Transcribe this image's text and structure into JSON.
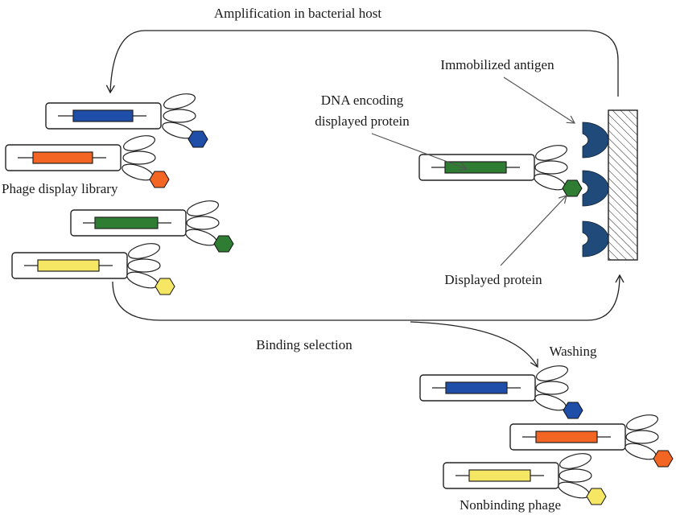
{
  "labels": {
    "amplification": "Amplification in bacterial host",
    "library": "Phage display library",
    "dna": "DNA encoding",
    "dna2": "displayed protein",
    "antigen": "Immobilized antigen",
    "displayed_protein": "Displayed protein",
    "binding_selection": "Binding selection",
    "washing": "Washing",
    "nonbinding": "Nonbinding phage"
  },
  "colors": {
    "blue": "#1f4ea8",
    "orange": "#f26522",
    "green": "#2e7d32",
    "yellow": "#f5e663",
    "antigen": "#1f4a7a"
  }
}
